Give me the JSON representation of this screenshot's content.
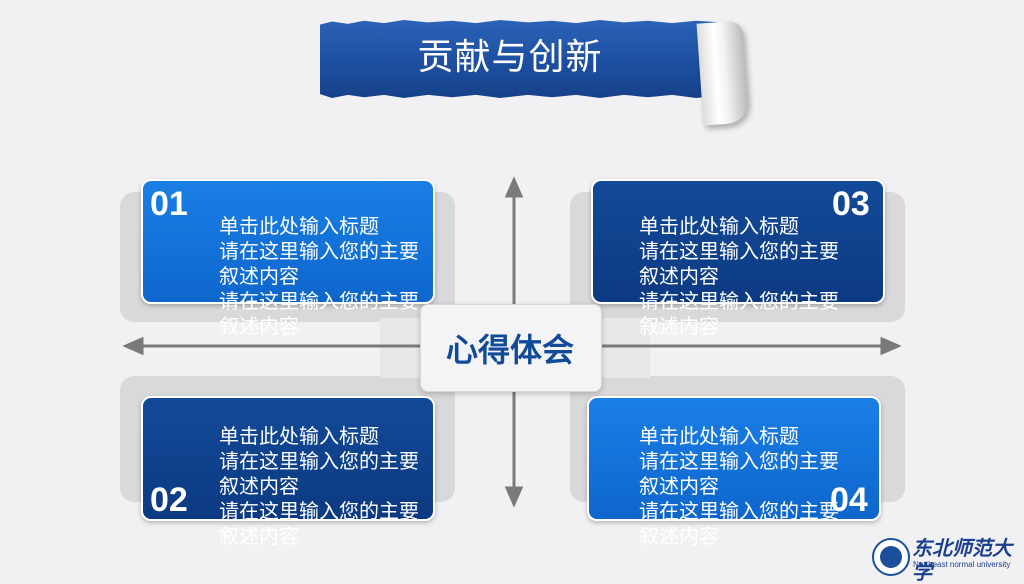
{
  "title": "贡献与创新",
  "center_label": "心得体会",
  "cards": [
    {
      "number": "01",
      "heading": "单击此处输入标题",
      "line1": "请在这里输入您的主要",
      "line2": "叙述内容",
      "line3": "请在这里输入您的主要",
      "line4": "叙述内容"
    },
    {
      "number": "02",
      "heading": "单击此处输入标题",
      "line1": "请在这里输入您的主要",
      "line2": "叙述内容",
      "line3": "请在这里输入您的主要",
      "line4": "叙述内容"
    },
    {
      "number": "03",
      "heading": "单击此处输入标题",
      "line1": "请在这里输入您的主要",
      "line2": "叙述内容",
      "line3": "请在这里输入您的主要",
      "line4": "叙述内容"
    },
    {
      "number": "04",
      "heading": "单击此处输入标题",
      "line1": "请在这里输入您的主要",
      "line2": "叙述内容",
      "line3": "请在这里输入您的主要",
      "line4": "叙述内容"
    }
  ],
  "logo": {
    "name_cn": "东北师范大学",
    "name_en": "Northeast normal university"
  },
  "colors": {
    "light_blue": "#0e66cc",
    "dark_blue": "#0c3a82",
    "background": "#f1f1f3",
    "arrow": "#7a7a7a"
  }
}
